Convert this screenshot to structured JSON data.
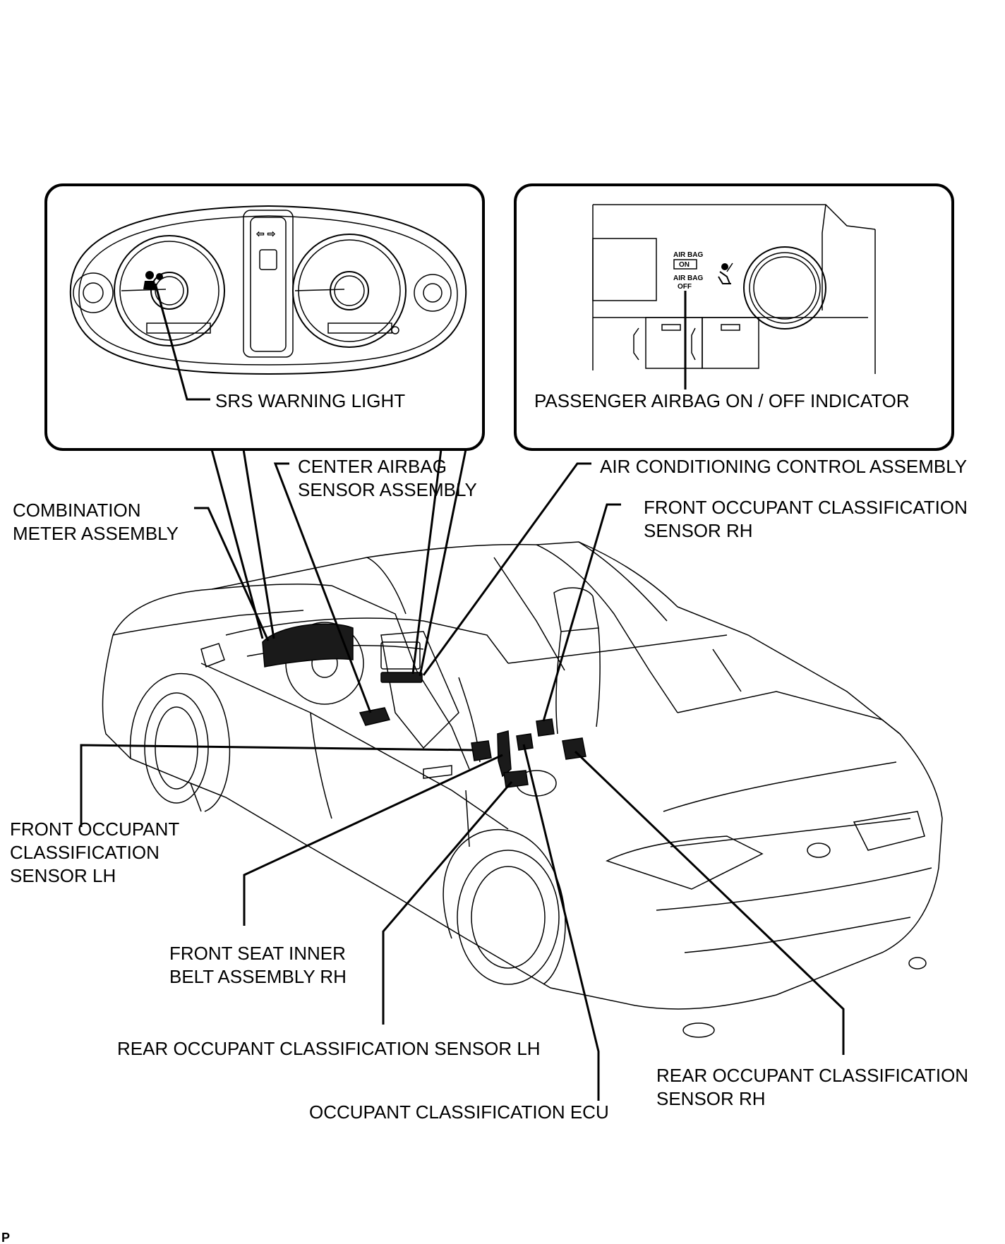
{
  "insets": {
    "srs_warning_light": "SRS WARNING LIGHT",
    "passenger_indicator": "PASSENGER AIRBAG ON / OFF INDICATOR",
    "indicator_on_top": "AIR BAG",
    "indicator_on": "ON",
    "indicator_off_top": "AIR BAG",
    "indicator_off": "OFF"
  },
  "labels": {
    "center_airbag_1": "CENTER AIRBAG",
    "center_airbag_2": "SENSOR ASSEMBLY",
    "combination_meter_1": "COMBINATION",
    "combination_meter_2": "METER ASSEMBLY",
    "air_conditioning": "AIR CONDITIONING CONTROL ASSEMBLY",
    "front_occ_rh_1": "FRONT OCCUPANT CLASSIFICATION",
    "front_occ_rh_2": "SENSOR RH",
    "front_occ_lh_1": "FRONT OCCUPANT",
    "front_occ_lh_2": "CLASSIFICATION",
    "front_occ_lh_3": "SENSOR LH",
    "front_seat_belt_1": "FRONT SEAT INNER",
    "front_seat_belt_2": "BELT ASSEMBLY RH",
    "rear_occ_lh": "REAR OCCUPANT CLASSIFICATION SENSOR LH",
    "occupant_ecu": "OCCUPANT CLASSIFICATION ECU",
    "rear_occ_rh_1": "REAR OCCUPANT CLASSIFICATION",
    "rear_occ_rh_2": "SENSOR RH"
  },
  "figure_code": "P"
}
